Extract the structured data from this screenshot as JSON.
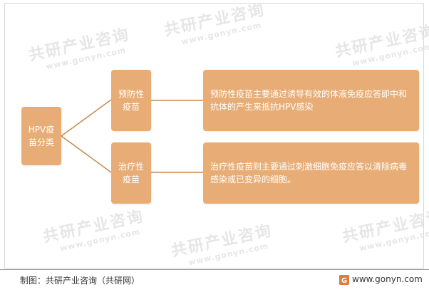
{
  "diagram": {
    "root": {
      "label": "HPV疫苗分类"
    },
    "categories": [
      {
        "label": "预防性疫苗",
        "description": "预防性疫苗主要通过诱导有效的体液免疫应答即中和抗体的产生来抵抗HPV感染"
      },
      {
        "label": "治疗性疫苗",
        "description": "治疗性疫苗则主要通过刺激细胞免疫应答以清除病毒感染或已变异的细胞。"
      }
    ],
    "box_color": "#e8ad76",
    "line_color": "#c9874b"
  },
  "watermark": {
    "text": "共研产业咨询",
    "sub": "www.gonyn.com",
    "logo_letter": "G"
  },
  "footer": {
    "source": "制图：共研产业咨询（共研网）",
    "url": "www.gonyn.com"
  }
}
